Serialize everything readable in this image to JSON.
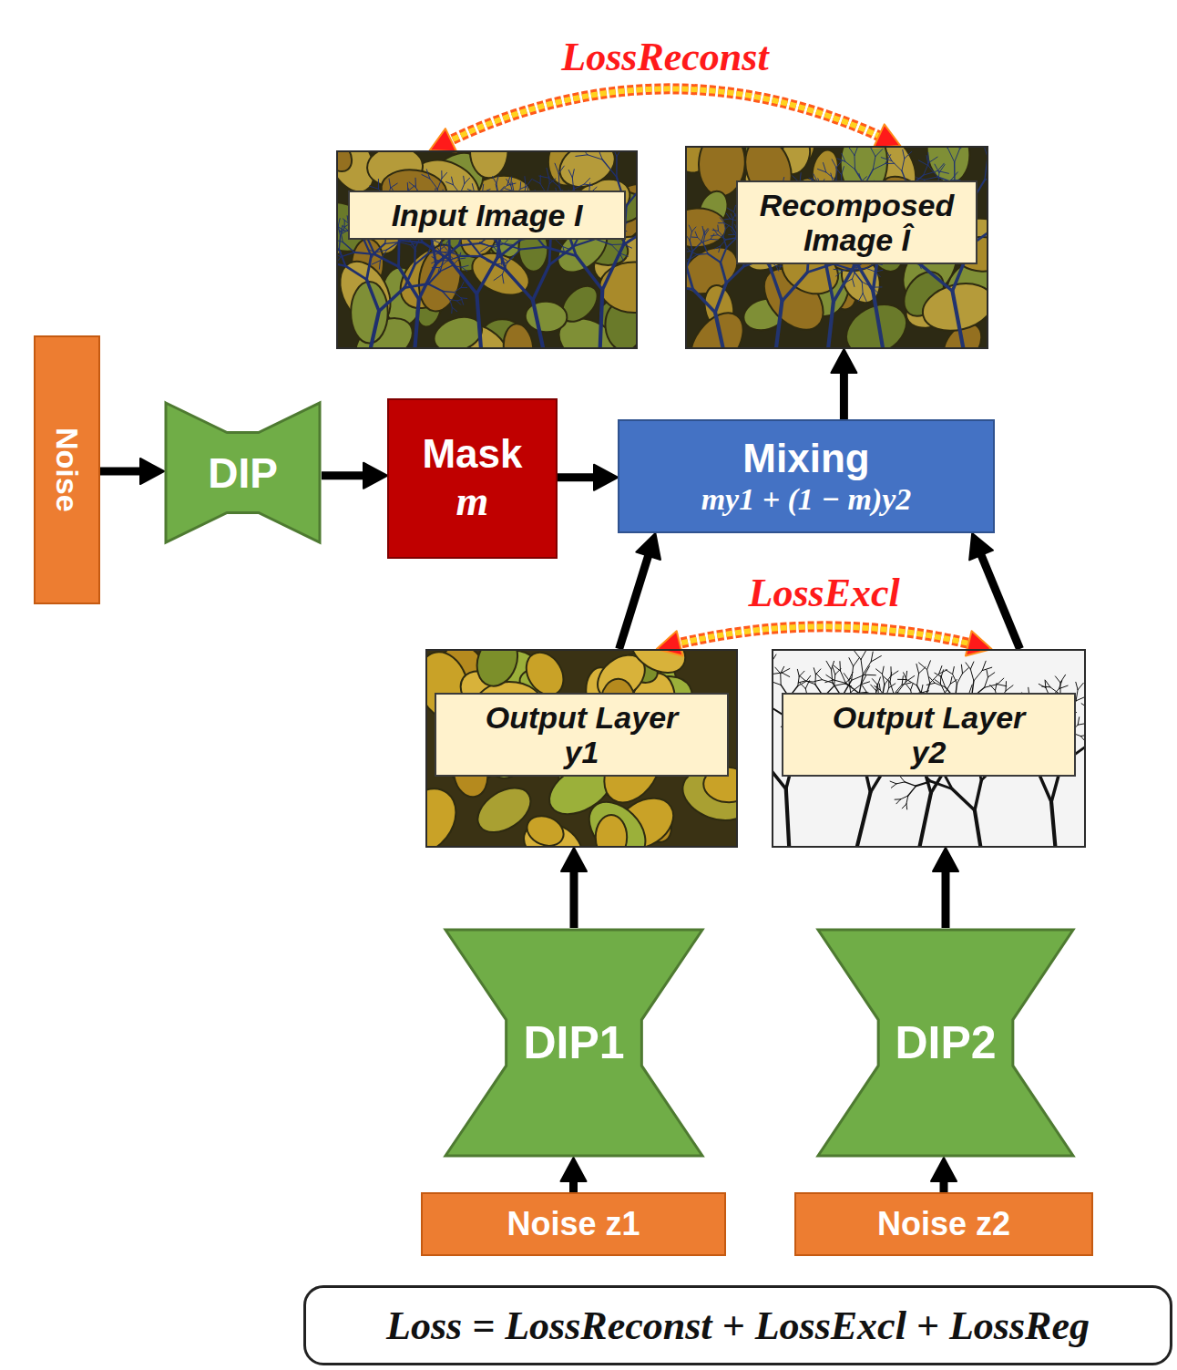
{
  "diagram": {
    "nodes": [
      {
        "text": [
          "Input Image I"
        ]
      },
      {
        "text": [
          "Recomposed Image Î"
        ]
      },
      {
        "text": [
          "Noise"
        ]
      },
      {
        "text": [
          "DIP"
        ]
      },
      {
        "text": [
          "Mask",
          "m"
        ]
      },
      {
        "text": [
          "Mixing",
          "my1 + (1 − m)y2"
        ]
      },
      {
        "text": [
          "Output Layer y1"
        ]
      },
      {
        "text": [
          "Output Layer y2"
        ]
      },
      {
        "text": [
          "DIP1"
        ]
      },
      {
        "text": [
          "DIP2"
        ]
      },
      {
        "text": [
          "Noise z1"
        ]
      },
      {
        "text": [
          "Noise z2"
        ]
      },
      {
        "text": [
          "Loss = LossReconst + LossExcl + LossReg"
        ]
      }
    ],
    "edges": [
      {
        "from": 0,
        "to": 1,
        "arrow": "both",
        "label": "LossReconst"
      },
      {
        "from": 2,
        "to": 3,
        "arrow": "to"
      },
      {
        "from": 3,
        "to": 4,
        "arrow": "to"
      },
      {
        "from": 4,
        "to": 5,
        "arrow": "to"
      },
      {
        "from": 5,
        "to": 1,
        "arrow": "to"
      },
      {
        "from": 6,
        "to": 7,
        "arrow": "both",
        "label": "LossExcl"
      },
      {
        "from": 6,
        "to": 5,
        "arrow": "to"
      },
      {
        "from": 7,
        "to": 5,
        "arrow": "to"
      },
      {
        "from": 8,
        "to": 6,
        "arrow": "to"
      },
      {
        "from": 9,
        "to": 7,
        "arrow": "to"
      },
      {
        "from": 10,
        "to": 8,
        "arrow": "to"
      },
      {
        "from": 11,
        "to": 9,
        "arrow": "to"
      }
    ]
  }
}
